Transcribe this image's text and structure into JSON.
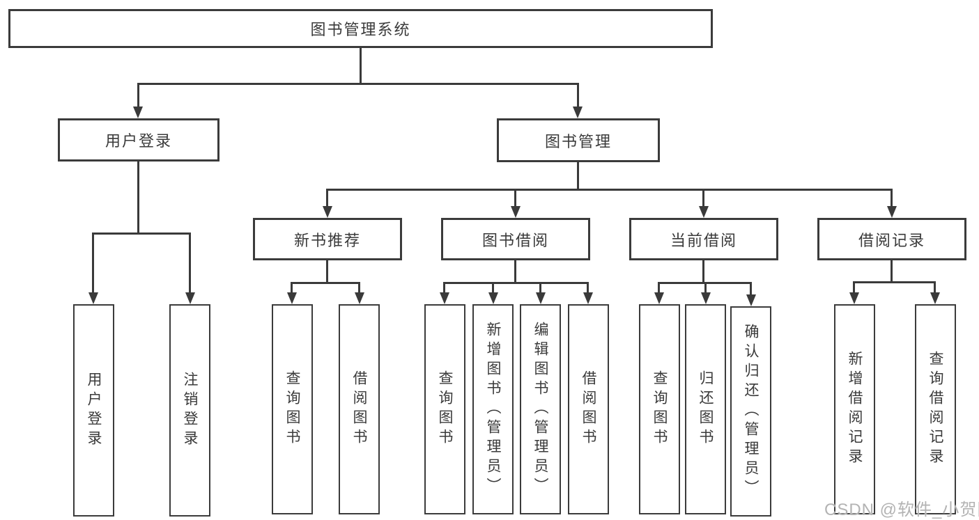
{
  "tree": {
    "root": {
      "label": "图书管理系统"
    },
    "branches": [
      {
        "label": "用户登录",
        "children": [
          {
            "label": "用户登录"
          },
          {
            "label": "注销登录"
          }
        ]
      },
      {
        "label": "图书管理",
        "children": [
          {
            "label": "新书推荐",
            "children": [
              {
                "label": "查询图书"
              },
              {
                "label": "借阅图书"
              }
            ]
          },
          {
            "label": "图书借阅",
            "children": [
              {
                "label": "查询图书"
              },
              {
                "label": "新增图书（管理员）"
              },
              {
                "label": "编辑图书（管理员）"
              },
              {
                "label": "借阅图书"
              }
            ]
          },
          {
            "label": "当前借阅",
            "children": [
              {
                "label": "查询图书"
              },
              {
                "label": "归还图书"
              },
              {
                "label": "确认归还（管理员）"
              }
            ]
          },
          {
            "label": "借阅记录",
            "children": [
              {
                "label": "新增借阅记录"
              },
              {
                "label": "查询借阅记录"
              }
            ]
          }
        ]
      }
    ]
  },
  "watermark": {
    "text": "CSDN @软件_小贺同学"
  },
  "colors": {
    "line": "#3a3a3a",
    "box_border": "#3b3b3b",
    "text": "#3a3a3a",
    "watermark": "#b3b3b3",
    "background": "#ffffff"
  }
}
